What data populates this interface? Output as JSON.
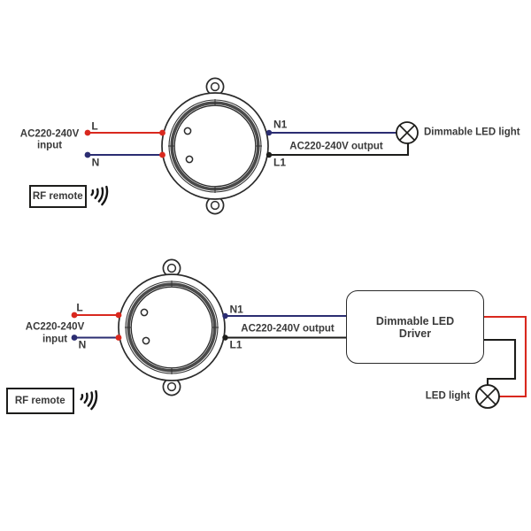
{
  "colors": {
    "wire_red": "#d9281e",
    "wire_blue": "#2b2d72",
    "wire_black": "#1d1d1b",
    "text": "#3a3a3a"
  },
  "icons": {
    "rf_signal": "rf-signal-waves-icon",
    "lamp": "crossed-circle-lamp-icon",
    "device": "round-dimmer-connector-icon"
  },
  "top": {
    "input_line1": "AC220-240V",
    "input_line2": "input",
    "l": "L",
    "n": "N",
    "n1": "N1",
    "l1": "L1",
    "output": "AC220-240V output",
    "load": "Dimmable LED light",
    "remote": "RF remote"
  },
  "bottom": {
    "input_line1": "AC220-240V",
    "input_line2": "input",
    "l": "L",
    "n": "N",
    "n1": "N1",
    "l1": "L1",
    "output": "AC220-240V output",
    "driver_line1": "Dimmable LED",
    "driver_line2": "Driver",
    "load": "LED light",
    "remote": "RF remote"
  }
}
